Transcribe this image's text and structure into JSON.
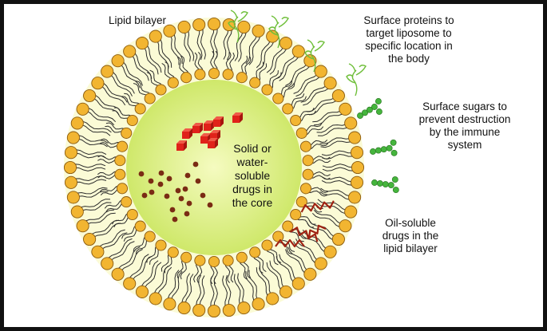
{
  "labels": {
    "lipid_bilayer": "Lipid bilayer",
    "surface_proteins": [
      "Surface proteins to",
      "target liposome to",
      "specific location in",
      "the body"
    ],
    "surface_sugars": [
      "Surface sugars to",
      "prevent destruction",
      "by the immune",
      "system"
    ],
    "core_drugs": [
      "Solid or",
      "water-",
      "soluble",
      "drugs in",
      "the core"
    ],
    "oil_drugs": [
      "Oil-soluble",
      "drugs in the",
      "lipid bilayer"
    ]
  },
  "colors": {
    "head_fill": "#f2b531",
    "head_stroke": "#8a5a10",
    "bilayer_fill": "#fbfbd6",
    "core_fill": "#cfe86a",
    "core_center": "#f5fbc0",
    "tail": "#2b2b2b",
    "cube": "#e0221a",
    "dot": "#7a2b14",
    "oil_drug": "#a02212",
    "protein": "#6fbf3a",
    "sugar": "#45b53d"
  },
  "icons": {
    "protein": "branched-protein-icon",
    "sugar": "sugar-chain-icon",
    "cube": "solid-drug-cube-icon",
    "dot": "drug-molecule-dot-icon"
  }
}
